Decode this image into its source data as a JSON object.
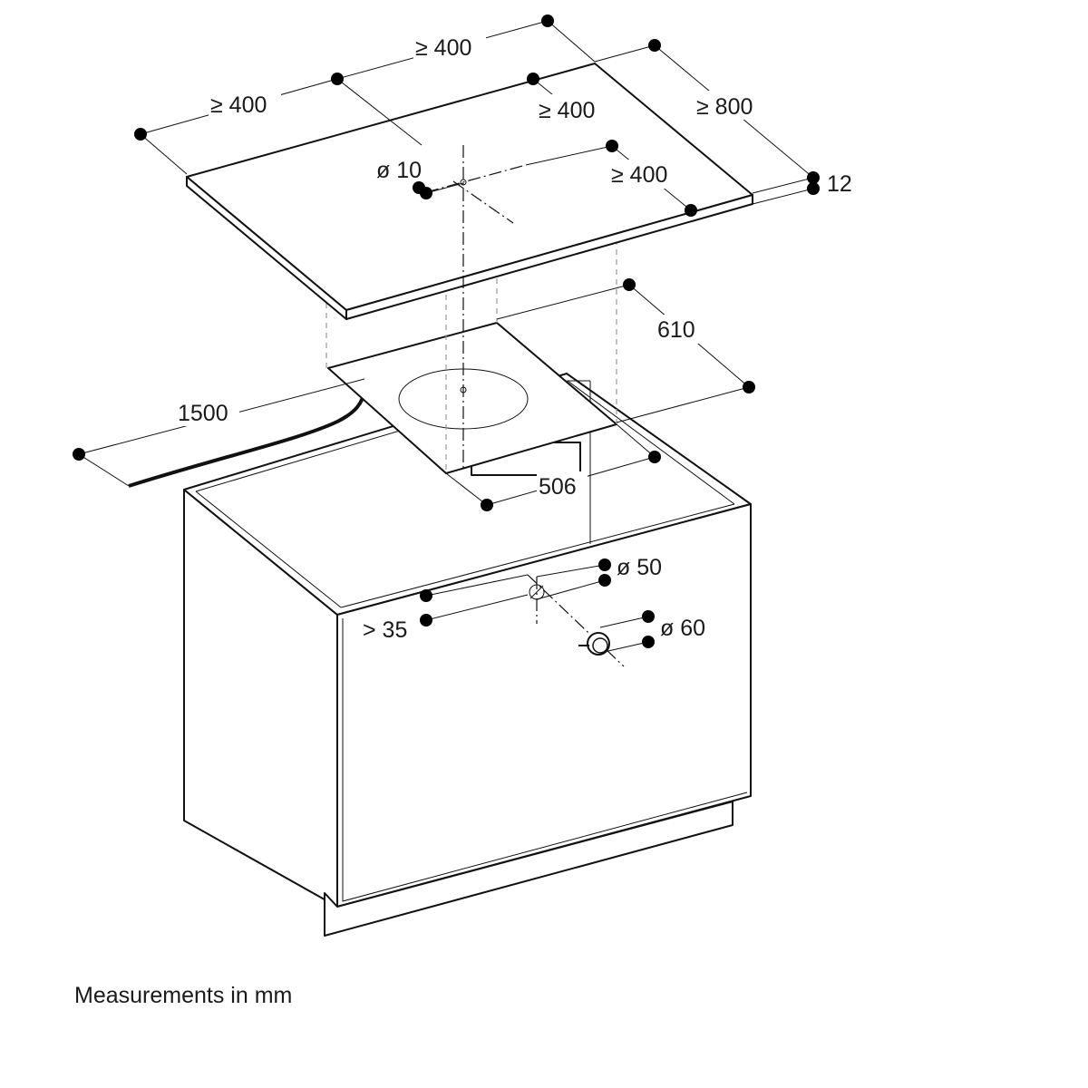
{
  "diagram": {
    "labels": {
      "top_left_clearance": "≥ 400",
      "top_back_clearance": "≥ 400",
      "inner_back_clearance": "≥ 400",
      "inner_right_clearance": "≥ 400",
      "worktop_depth": "≥ 800",
      "worktop_thickness": "12",
      "hole_diameter_10": "ø 10",
      "cutout_depth": "610",
      "cable_length": "1500",
      "cutout_width": "506",
      "pipe_diameter_50": "ø 50",
      "front_offset": "> 35",
      "pipe_diameter_60": "ø 60"
    },
    "caption": "Measurements in mm"
  }
}
